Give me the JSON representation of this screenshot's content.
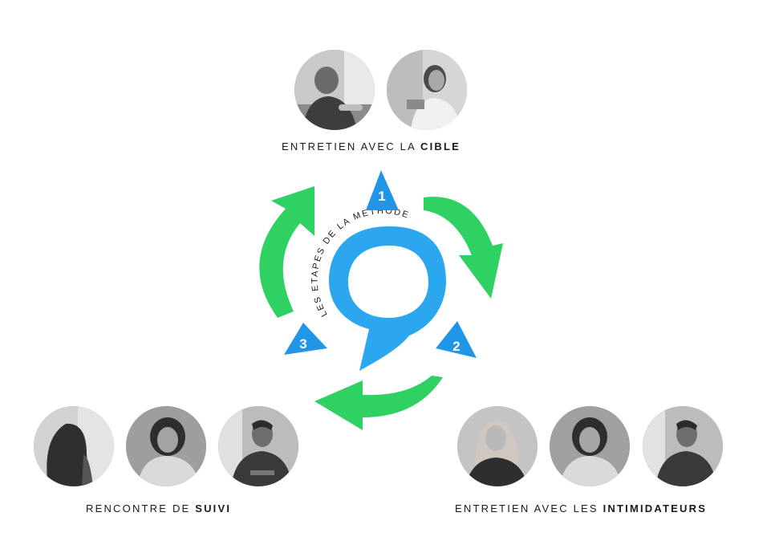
{
  "center_label": "LES ETAPES DE LA METHODE",
  "steps": [
    {
      "number": "1",
      "caption_prefix": "ENTRETIEN AVEC LA ",
      "caption_bold": "CIBLE"
    },
    {
      "number": "2",
      "caption_prefix": "ENTRETIEN AVEC LES ",
      "caption_bold": "INTIMIDATEURS"
    },
    {
      "number": "3",
      "caption_prefix": "RENCONTRE DE ",
      "caption_bold": "SUIVI"
    }
  ],
  "colors": {
    "arrow_green": "#2fd162",
    "bubble_blue": "#2aa7ee",
    "marker_blue": "#2196e6",
    "text": "#1a1a1a"
  }
}
